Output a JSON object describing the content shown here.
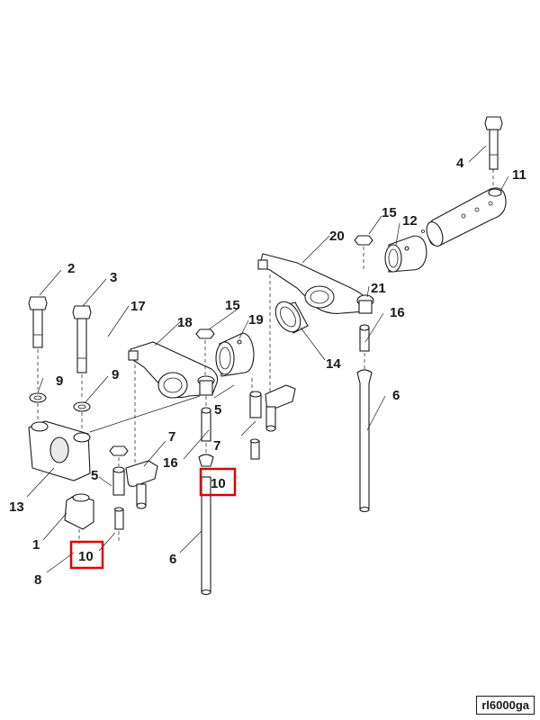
{
  "callouts": {
    "c1": "1",
    "c2": "2",
    "c3": "3",
    "c4": "4",
    "c5a": "5",
    "c5b": "5",
    "c6a": "6",
    "c6b": "6",
    "c7a": "7",
    "c7b": "7",
    "c8": "8",
    "c9a": "9",
    "c9b": "9",
    "c10a": "10",
    "c10b": "10",
    "c11": "11",
    "c12": "12",
    "c13": "13",
    "c14": "14",
    "c15a": "15",
    "c15b": "15",
    "c16a": "16",
    "c16b": "16",
    "c17": "17",
    "c18": "18",
    "c19": "19",
    "c20": "20",
    "c21": "21"
  },
  "highlight_color": "#e00000",
  "reference": "rl6000ga"
}
